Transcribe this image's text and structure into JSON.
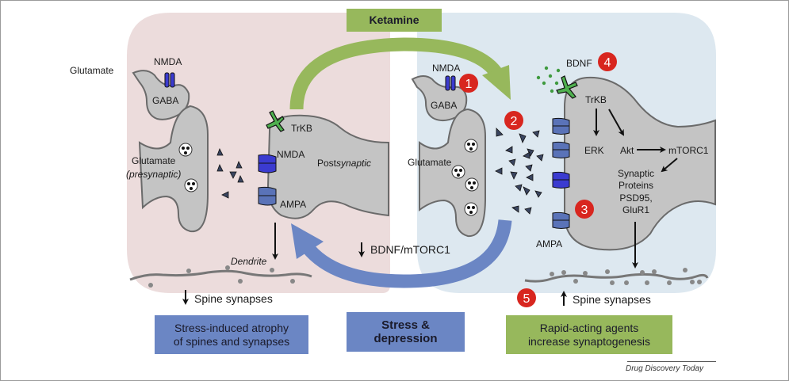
{
  "title": "Ketamine",
  "colors": {
    "stress_panel": "#ecdcdc",
    "rapid_panel": "#dde8f0",
    "ketamine_green": "#97b85c",
    "stress_blue": "#6b86c4",
    "neuron_gray": "#c4c4c4",
    "neuron_outline": "#6a6a6a",
    "nmda_receptor": "#3b3bd0",
    "ampa_receptor": "#5a73b8",
    "trkb_receptor": "#4fb04f",
    "badge_red": "#d8261f",
    "bdnf_dots": "#3f9a3f"
  },
  "left_panel": {
    "glutamate_outside": "Glutamate",
    "nmda_top": "NMDA",
    "gaba": "GABA",
    "glutamate": "Glutamate",
    "presynaptic": "(presynaptic)",
    "trkb": "TrKB",
    "nmda": "NMDA",
    "postsynaptic_prefix": "Post",
    "postsynaptic_suffix": "synaptic",
    "ampa": "AMPA",
    "dendrite": "Dendrite",
    "spine_synapses": "Spine synapses",
    "spine_direction": "down"
  },
  "right_panel": {
    "nmda_top": "NMDA",
    "gaba": "GABA",
    "glutamate": "Glutamate",
    "bdnf": "BDNF",
    "trkb": "TrKB",
    "erk": "ERK",
    "akt": "Akt",
    "mtorc1": "mTORC1",
    "synaptic_proteins": [
      "Synaptic",
      "Proteins",
      "PSD95,",
      "GluR1"
    ],
    "ampa": "AMPA",
    "spine_synapses": "Spine synapses",
    "spine_direction": "up",
    "badges": [
      "1",
      "2",
      "3",
      "4",
      "5"
    ]
  },
  "center": {
    "bdnf_mtorc1": "BDNF/mTORC1",
    "bdnf_direction": "down"
  },
  "boxes": {
    "atrophy": [
      "Stress-induced atrophy",
      "of spines and synapses"
    ],
    "stress": [
      "Stress &",
      "depression"
    ],
    "rapid": [
      "Rapid-acting agents",
      "increase synaptogenesis"
    ]
  },
  "credit": "Drug Discovery Today"
}
